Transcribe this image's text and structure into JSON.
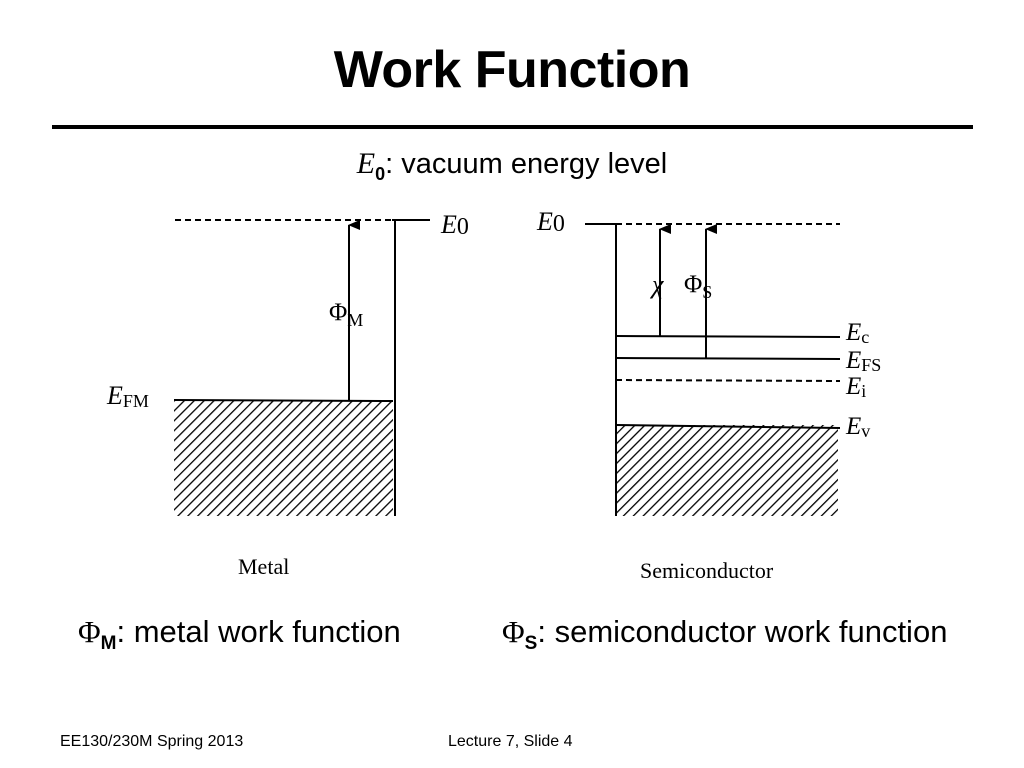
{
  "title": "Work Function",
  "subtitle": {
    "symbol": "E",
    "subscript": "0",
    "text": ": vacuum energy level"
  },
  "diagram": {
    "metal": {
      "caption": "Metal",
      "e0_label": "E",
      "e0_sub": "0",
      "efm_label": "E",
      "efm_sub": "FM",
      "phi_label": "Φ",
      "phi_sub": "M"
    },
    "semiconductor": {
      "caption": "Semiconductor",
      "e0_label": "E",
      "e0_sub": "0",
      "chi_label": "χ",
      "phi_label": "Φ",
      "phi_sub": "S",
      "ec_label": "E",
      "ec_sub": "c",
      "efs_label": "E",
      "efs_sub": "FS",
      "ei_label": "E",
      "ei_sub": "i",
      "ev_label": "E",
      "ev_sub": "v"
    }
  },
  "captions": {
    "metal": {
      "symbol": "Φ",
      "subscript": "M",
      "text": ": metal work function"
    },
    "semiconductor": {
      "symbol": "Φ",
      "subscript": "S",
      "text": ": semiconductor work function"
    }
  },
  "footer": {
    "left": "EE130/230M Spring 2013",
    "right": "Lecture 7, Slide 4"
  }
}
